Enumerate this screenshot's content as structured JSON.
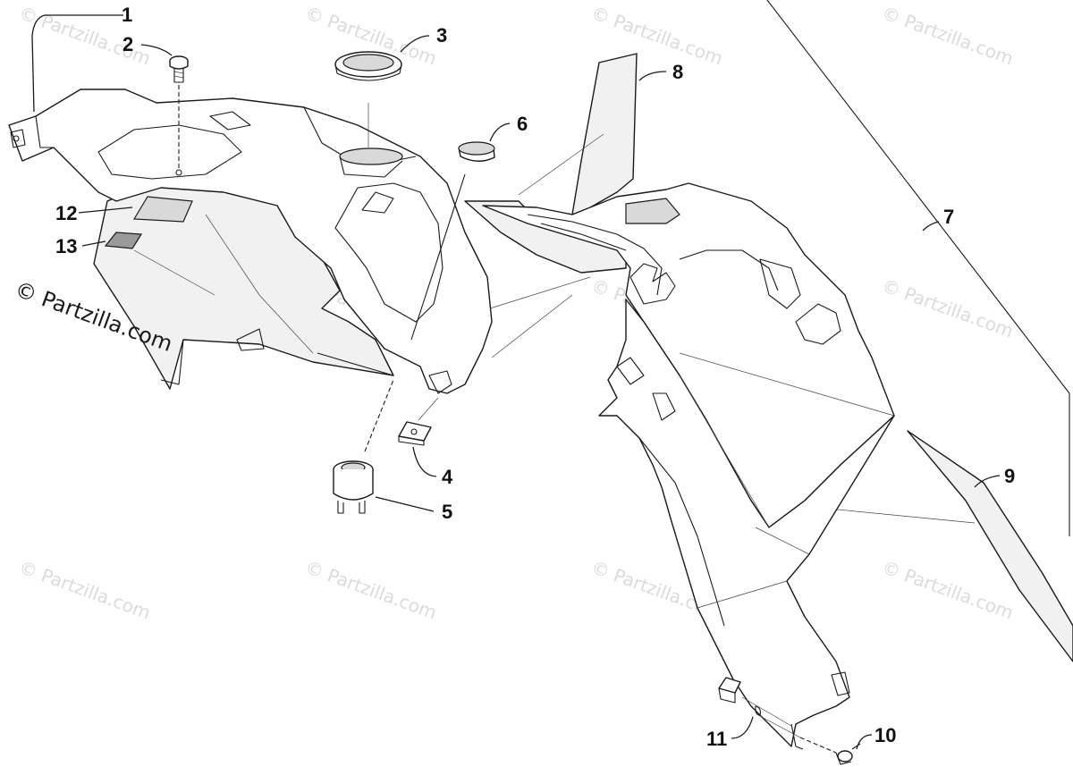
{
  "watermark": {
    "text": "© Partzilla.com",
    "main_text": "© Partzilla.com"
  },
  "callouts": [
    {
      "id": "1",
      "label": "1"
    },
    {
      "id": "2",
      "label": "2"
    },
    {
      "id": "3",
      "label": "3"
    },
    {
      "id": "4",
      "label": "4"
    },
    {
      "id": "5",
      "label": "5"
    },
    {
      "id": "6",
      "label": "6"
    },
    {
      "id": "7",
      "label": "7"
    },
    {
      "id": "8",
      "label": "8"
    },
    {
      "id": "9",
      "label": "9"
    },
    {
      "id": "10",
      "label": "10"
    },
    {
      "id": "11",
      "label": "11"
    },
    {
      "id": "12",
      "label": "12"
    },
    {
      "id": "13",
      "label": "13"
    }
  ],
  "colors": {
    "line": "#1a1a1a",
    "watermark": "#cfcfcf",
    "background": "#ffffff"
  }
}
